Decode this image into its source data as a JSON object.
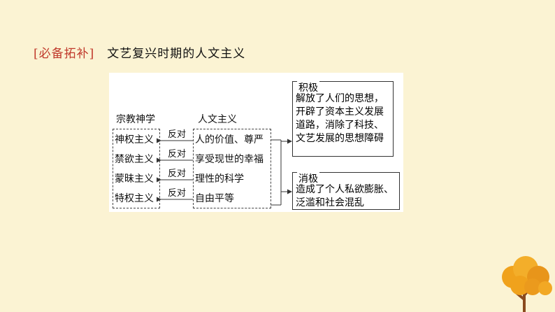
{
  "header": {
    "tag": "[必备拓补]",
    "title": "文艺复兴时期的人文主义"
  },
  "diagram": {
    "left_heading": "宗教神学",
    "mid_heading": "人文主义",
    "left_items": [
      "神权主义",
      "禁欲主义",
      "蒙昧主义",
      "特权主义"
    ],
    "mid_items": [
      "人的价值、尊严",
      "享受现世的幸福",
      "理性的科学",
      "自由平等"
    ],
    "relation_label": "反对",
    "positive": {
      "heading": "积极",
      "body": "解放了人们的思想，开辟了资本主义发展道路，消除了科技、文艺发展的思想障碍"
    },
    "negative": {
      "heading": "消极",
      "body": "造成了个人私欲膨胀、泛滥和社会混乱"
    }
  },
  "colors": {
    "background": "#fbf3d3",
    "tag": "#c0392b",
    "tree_foliage": "#f0a21c",
    "tree_trunk": "#8a4a1e"
  }
}
